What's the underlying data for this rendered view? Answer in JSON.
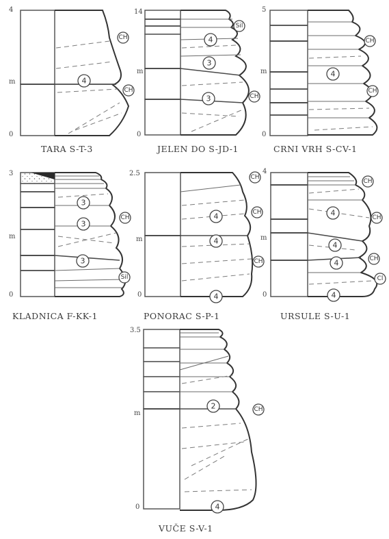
{
  "sections": [
    {
      "id": "tara",
      "caption": "TARA S-T-3",
      "ticks": {
        "top": "4",
        "mid": "m",
        "bottom": "0"
      },
      "markers": [
        "CH",
        "4",
        "CH"
      ]
    },
    {
      "id": "jelen",
      "caption": "JELEN DO S-JD-1",
      "ticks": {
        "top": "14",
        "mid": "m",
        "bottom": "0"
      },
      "markers": [
        "Sil",
        "4",
        "3",
        "3",
        "CH"
      ]
    },
    {
      "id": "crni",
      "caption": "CRNI VRH S-CV-1",
      "ticks": {
        "top": "5",
        "mid": "m",
        "bottom": "0"
      },
      "markers": [
        "CH",
        "4",
        "CH"
      ]
    },
    {
      "id": "kladnica",
      "caption": "KLADNICA F-KK-1",
      "ticks": {
        "top": "3",
        "mid": "m",
        "bottom": "0"
      },
      "markers": [
        "3",
        "3",
        "CH",
        "3",
        "Sil"
      ]
    },
    {
      "id": "ponorac",
      "caption": "PONORAC S-P-1",
      "ticks": {
        "top": "2.5",
        "mid": "m",
        "bottom": "0"
      },
      "markers": [
        "CH",
        "4",
        "CH",
        "4",
        "CH",
        "4"
      ]
    },
    {
      "id": "ursule",
      "caption": "URSULE S-U-1",
      "ticks": {
        "top": "4",
        "mid": "m",
        "bottom": "0"
      },
      "markers": [
        "CH",
        "4",
        "CH",
        "4",
        "4",
        "CH",
        "Cl",
        "4"
      ]
    },
    {
      "id": "vuce",
      "caption": "VUČE S-V-1",
      "ticks": {
        "top": "3.5",
        "mid": "m",
        "bottom": "0"
      },
      "markers": [
        "2",
        "CH",
        "4"
      ]
    }
  ]
}
